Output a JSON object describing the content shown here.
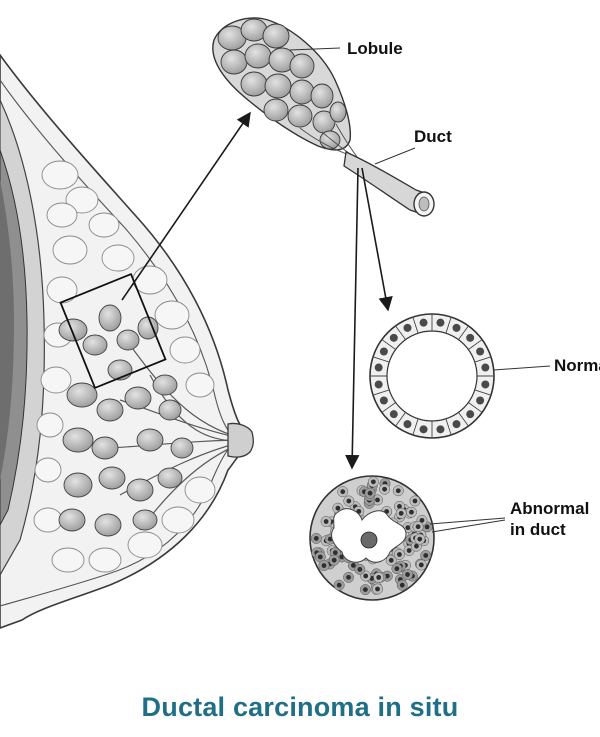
{
  "labels": {
    "lobule": "Lobule",
    "duct": "Duct",
    "normal": "Normal",
    "abnormal_line1": "Abnormal",
    "abnormal_line2": "in duct"
  },
  "caption": "Ductal carcinoma in situ",
  "colors": {
    "caption": "#1f6f86",
    "outline": "#3a3a3a",
    "tissue_dark": "#8a8a8a",
    "tissue_mid": "#b5b5b5",
    "lobule_fill": "#c9c9c9",
    "fat_fill": "#efefef"
  }
}
